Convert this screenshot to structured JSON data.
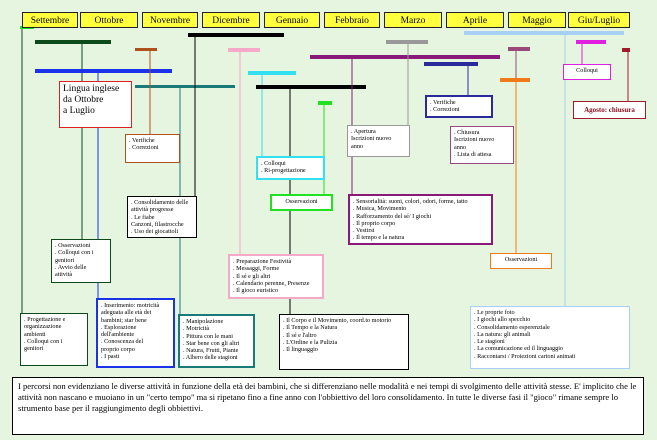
{
  "months": [
    "Settembre",
    "Ottobre",
    "Novembre",
    "Dicembre",
    "Gennaio",
    "Febbraio",
    "Marzo",
    "Aprile",
    "Maggio",
    "Giu/Luglio"
  ],
  "colors": {
    "background": "#e6f5e0",
    "month_fill": "#ffff3d",
    "dark_green": "#0c4a1c",
    "blue": "#1a33e8",
    "brown": "#b0501a",
    "black": "#000000",
    "teal": "#1a7a7a",
    "pink": "#f5a8c8",
    "cyan": "#33e0f0",
    "green": "#22e022",
    "purple": "#8a1a7a",
    "grey": "#999999",
    "navy": "#2a2a9a",
    "light_blue": "#a8cff5",
    "magenta": "#e020e0",
    "maroon": "#a01a2a",
    "orange": "#f07a1a",
    "mauve": "#9a4a7a",
    "red": "#e02020"
  },
  "boxes": {
    "lingua": "Lingua inglese\nda Ottobre\na Luglio",
    "verifiche_nov": ". Verifiche\n. Correzioni",
    "consolidamento": ". Consolidamento delle\n  attività progresse\n. Le fiabe\n  Canzoni, filastrocche\n. Uso dei giocattoli",
    "osservazioni_set": ". Osservazioni\n. Colloqui con i\n  genitori\n. Avvio delle\n  attività",
    "progettazione": ". Progettazione e\n  organizzazione\n  ambienti\n. Colloqui con i\n  genitori",
    "inserimento": ". Inserimento: motricità\n  adeguata alle età dei\n  bambini; star bene\n. Esplorazione\n  dell'ambiente\n. Conoscenza del\n  proprio corpo\n. I pasti",
    "manipolazione": ". Manipolazione\n. Motricità\n. Pittura con le mani\n. Star bene con gli altri\n. Natura, Frutti, Piante\n. Albero delle stagioni",
    "colloqui_gen": ". Colloqui\n. Ri-progettazione",
    "osservazioni_gen": "Osservazioni",
    "preparazione": ". Preparazione Festività\n. Messaggi, Forme\n. Il sé e gli altri\n. Calendario perenne, Presenze\n. Il gioco euristico",
    "corpo_movimento": ". Il Corpo e il Movimento, coord.to motorio\n. Il Tempo e la Natura\n. Il sé e l'altro\n. L'Ordine e la Pulizia\n. Il linguaggio",
    "apertura": ". Apertura\n  Iscrizioni nuovo\n  anno",
    "sensorialita": ". Sensorialità: suoni, colori, odori, forme, tatto\n. Musica, Movimento\n. Rafforzamento del sé/ I giochi\n. Il proprio corpo\n. Vestirsi\n. Il tempo e la natura",
    "verifiche_apr": ". Verifiche\n. Correzioni",
    "chiusura": ". Chiusura\n  Iscrizioni nuovo\n  anno\n. Lista di attesa",
    "osservazioni_mag": "Osservazioni",
    "colloqui_giu": "Colloqui",
    "agosto": "Agosto: chiusura",
    "foto": ". Le  proprie foto\n. I giochi allo specchio\n. Consolidamento esperenziale\n. La natura: gli animali\n. Le stagioni\n. La comunicazione ed il linguaggio\n. Raccontarsi / Proiezioni cartoni animati"
  },
  "note": "I percorsi non evidenziano le diverse attività in funzione della età dei bambini, che si differenziano nelle modalità e nei tempi di svolgimento delle attività stesse. E' implicito che le attività non nascano e muoiano in un \"certo tempo\" ma si ripetano fino a fine anno con l'obbiettivo del loro consolidamento. In tutte le diverse fasi il \"gioco\" rimane sempre lo strumento base per il raggiungimento degli obbiettivi."
}
